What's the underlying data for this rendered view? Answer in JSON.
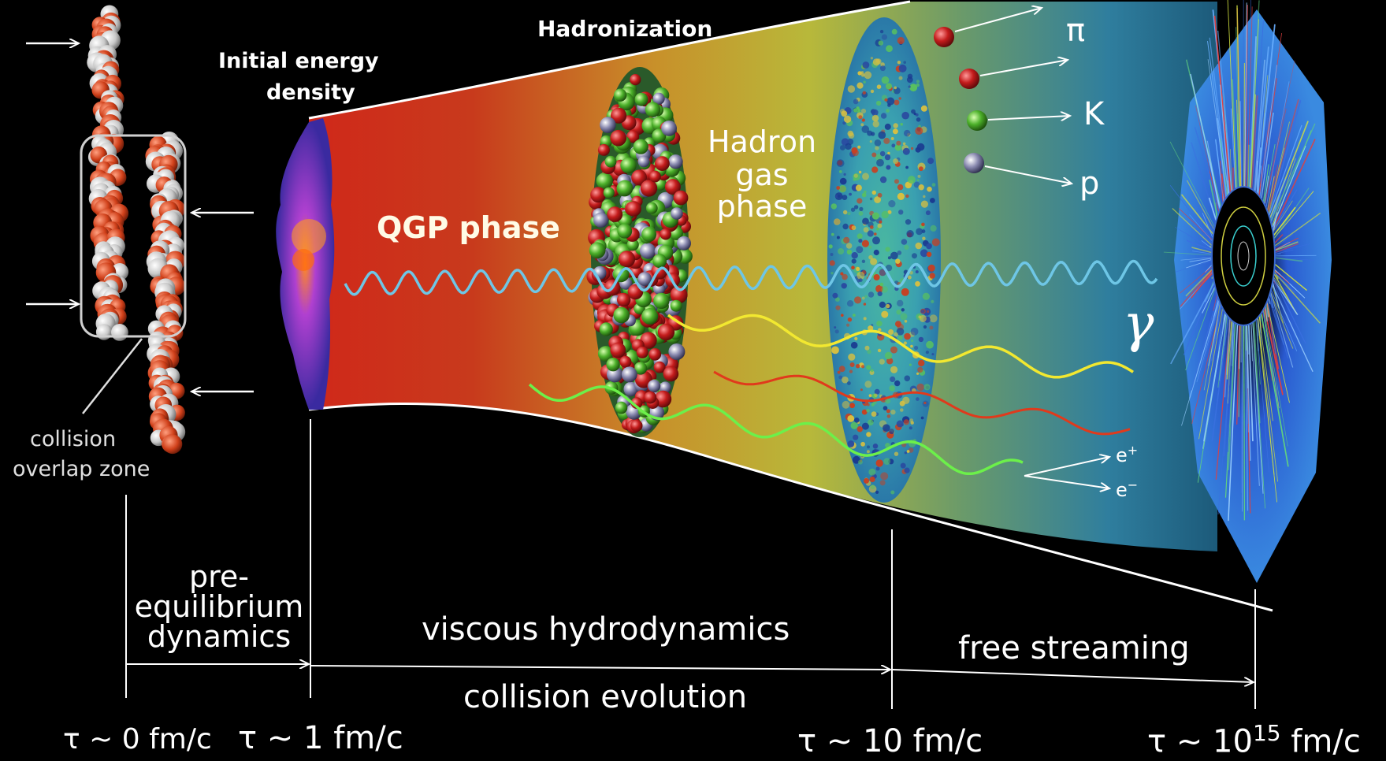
{
  "labels": {
    "hadronization": "Hadronization",
    "initial_energy_line1": "Initial energy",
    "initial_energy_line2": "density",
    "qgp_phase": "QGP phase",
    "hadron_gas_line1": "Hadron",
    "hadron_gas_line2": "gas",
    "hadron_gas_line3": "phase",
    "collision_overlap_line1": "collision",
    "collision_overlap_line2": "overlap zone",
    "pre_eq_line1": "pre-",
    "pre_eq_line2": "equilibrium",
    "pre_eq_line3": "dynamics",
    "viscous_hydro": "viscous hydrodynamics",
    "free_streaming": "free streaming",
    "collision_evolution": "collision evolution"
  },
  "particles": {
    "pi": "π",
    "k": "K",
    "p": "p",
    "gamma": "γ",
    "e_plus_base": "e",
    "e_plus_sup": "+",
    "e_minus_base": "e",
    "e_minus_sup": "−"
  },
  "timeline": {
    "t0": "τ ~ 0 fm/c",
    "t1": "τ ~ 1 fm/c",
    "t10": "τ ~ 10 fm/c",
    "t_final_prefix": "τ ~ 10",
    "t_final_exp": "15",
    "t_final_suffix": " fm/c"
  },
  "colors": {
    "background": "#000000",
    "photon_wave": "#6ec6e6",
    "yellow_wave": "#f2e830",
    "red_wave": "#e03a1c",
    "green_wave": "#6cf04a",
    "qgp_red": "#cc2a18",
    "qgp_yellow": "#c8b83a",
    "hadron_teal": "#3a8aa8",
    "pion": "#cc2222",
    "kaon": "#55bb33",
    "proton": "#9999bb"
  }
}
